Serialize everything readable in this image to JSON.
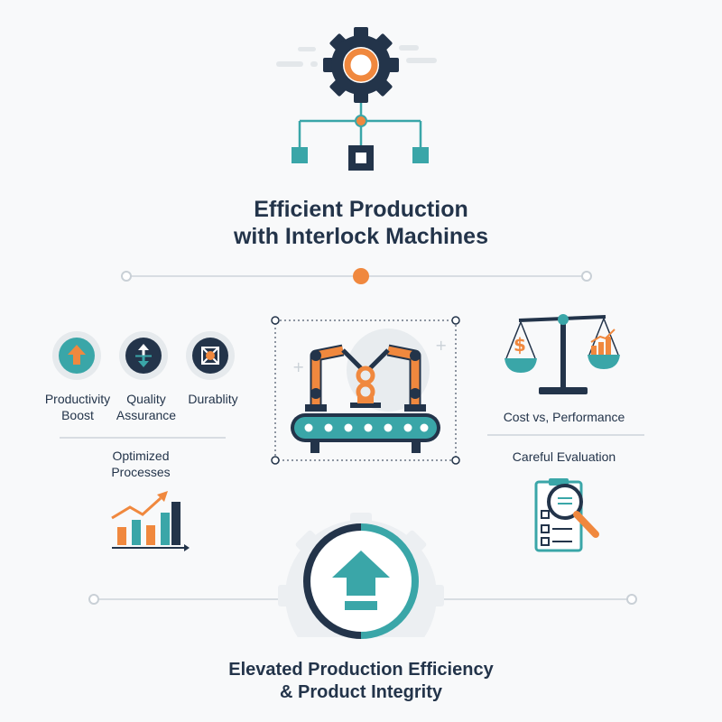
{
  "header": {
    "title_line1": "Efficient Production",
    "title_line2": "with Interlock Machines"
  },
  "left_panel": {
    "benefits": [
      {
        "label_line1": "Productivity",
        "label_line2": "Boost",
        "icon": "up-arrow-icon"
      },
      {
        "label_line1": "Quality",
        "label_line2": "Assurance",
        "icon": "quality-arrows-icon"
      },
      {
        "label_line1": "Durablity",
        "label_line2": "",
        "icon": "durability-icon"
      }
    ],
    "optimized_line1": "Optimized",
    "optimized_line2": "Processes"
  },
  "center": {
    "icon": "robotic-arms-conveyor-icon"
  },
  "right_panel": {
    "cost_label": "Cost vs, Performance",
    "evaluation_label": "Careful Evaluation"
  },
  "footer": {
    "title_line1": "Elevated Production Efficiency",
    "title_line2": "& Product Integrity"
  },
  "colors": {
    "navy": "#23344a",
    "teal": "#3aa6a8",
    "orange": "#f0883e",
    "light_gray": "#d8dde2"
  }
}
